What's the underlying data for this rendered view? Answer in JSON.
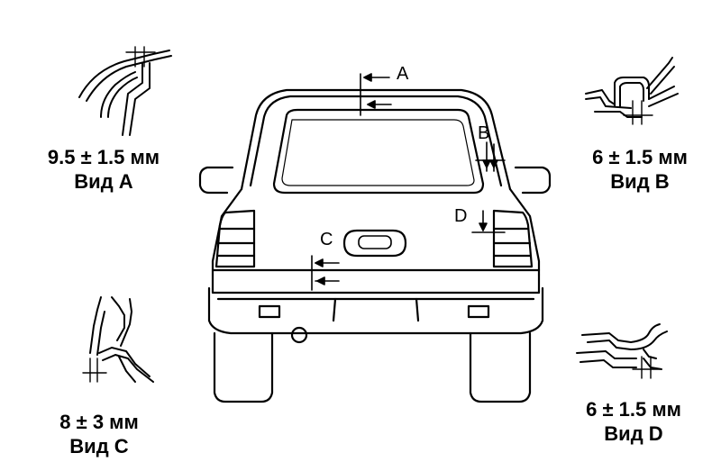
{
  "callouts": {
    "a": "A",
    "b": "B",
    "c": "C",
    "d": "D"
  },
  "details": {
    "a": {
      "spec": "9.5 ± 1.5 мм",
      "view": "Вид A"
    },
    "b": {
      "spec": "6 ± 1.5 мм",
      "view": "Вид B"
    },
    "c": {
      "spec": "8 ± 3 мм",
      "view": "Вид C"
    },
    "d": {
      "spec": "6 ± 1.5 мм",
      "view": "Вид D"
    }
  }
}
